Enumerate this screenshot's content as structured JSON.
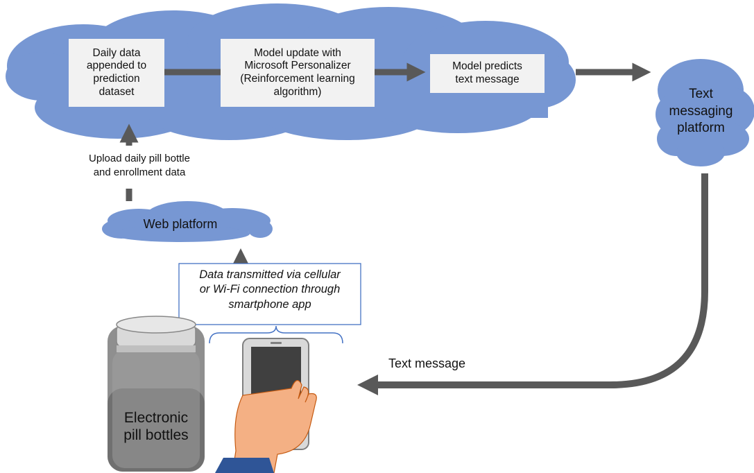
{
  "cloud_pipeline": {
    "step1": "Daily data\nappended to\nprediction\ndataset",
    "step2": "Model update with\nMicrosoft Personalizer\n(Reinforcement learning\nalgorithm)",
    "step3": "Model predicts\ntext message"
  },
  "text_platform": {
    "label": "Text\nmessaging\nplatform"
  },
  "upload": {
    "label": "Upload daily pill bottle\nand enrollment  data"
  },
  "web_platform": {
    "label": "Web platform"
  },
  "transmission": {
    "label": "Data transmitted via cellular\nor Wi-Fi connection through\nsmartphone app"
  },
  "text_message": {
    "label": "Text message"
  },
  "pill_bottle": {
    "label": "Electronic\npill bottles"
  },
  "colors": {
    "cloud": "#7797d3",
    "arrow": "#595959",
    "box": "#f2f2f2",
    "callout_border": "#4472c4"
  },
  "icons": [
    "cloud-icon",
    "pill-bottle-icon",
    "smartphone-icon",
    "hand-icon"
  ]
}
